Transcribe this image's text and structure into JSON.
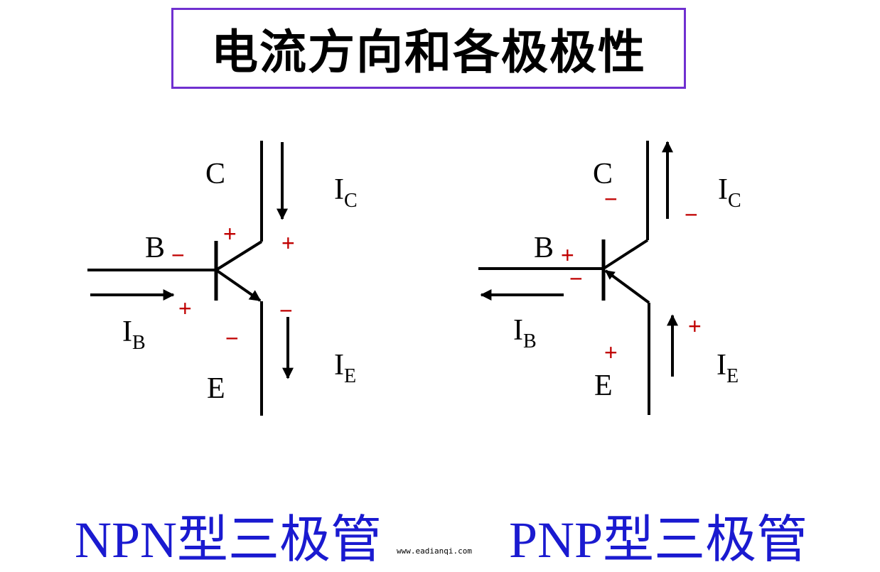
{
  "title": "电流方向和各极极性",
  "npn": {
    "caption": "NPN型三极管",
    "label_c": "C",
    "label_b": "B",
    "label_e": "E",
    "current_i": "I",
    "current_c_sub": "C",
    "current_b_sub": "B",
    "current_e_sub": "E",
    "sign_c_base": "+",
    "sign_c_right": "+",
    "sign_b_top": "−",
    "sign_b_bottom": "+",
    "sign_e_base": "−",
    "sign_e_right": "−"
  },
  "pnp": {
    "caption": "PNP型三极管",
    "label_c": "C",
    "label_b": "B",
    "label_e": "E",
    "current_i": "I",
    "current_c_sub": "C",
    "current_b_sub": "B",
    "current_e_sub": "E",
    "sign_c_label": "−",
    "sign_c_right": "−",
    "sign_b_top": "+",
    "sign_b_bottom": "−",
    "sign_e_label": "+",
    "sign_e_right": "+"
  },
  "watermark": "www.eadianqi.com",
  "colors": {
    "title_border": "#7030d0",
    "caption": "#1a1ad0",
    "sign": "#c00000"
  }
}
